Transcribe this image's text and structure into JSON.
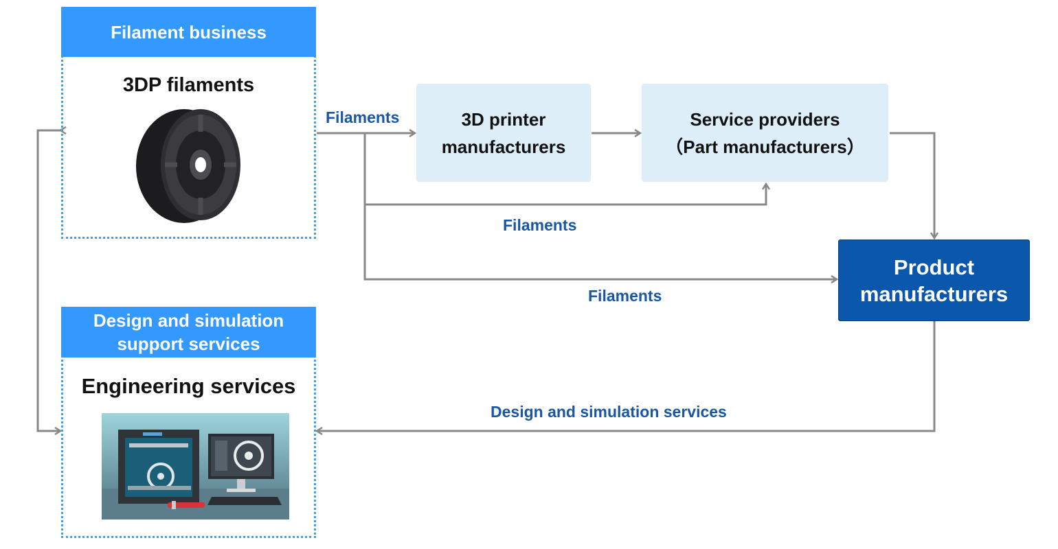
{
  "filament_panel": {
    "header": "Filament business",
    "title": "3DP filaments",
    "image_icon": "filament-spool-icon"
  },
  "engineering_panel": {
    "header": "Design and simulation\nsupport services",
    "title": "Engineering services",
    "image_icon": "3d-printer-workstation-icon"
  },
  "printer_box": {
    "label": "3D printer\nmanufacturers"
  },
  "service_box": {
    "label": "Service providers\n（Part manufacturers）"
  },
  "product_box": {
    "label": "Product\nmanufacturers"
  },
  "flows": {
    "to_printer": "Filaments",
    "to_service": "Filaments",
    "to_product": "Filaments",
    "design_services": "Design and simulation services"
  },
  "colors": {
    "panel_header": "#3399ff",
    "panel_border": "#3aa0ef",
    "light_box": "#ddeef9",
    "dark_box": "#0a57ac",
    "flow_label": "#1a56a6",
    "arrow": "#888888"
  }
}
